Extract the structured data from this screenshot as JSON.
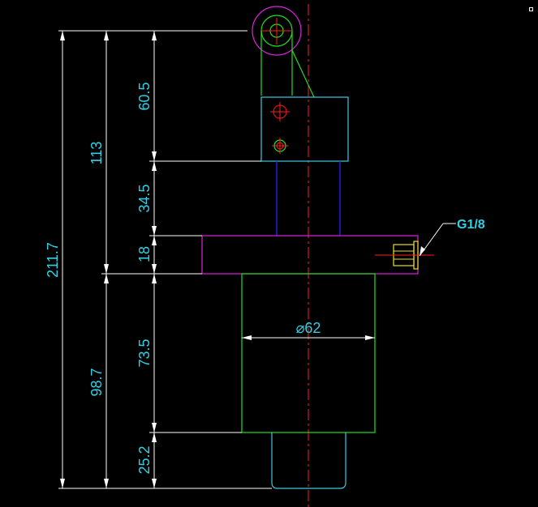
{
  "drawing": {
    "colors": {
      "background": "#000000",
      "dimension": "#ffffff",
      "dimension_text": "#2fd1e6",
      "centerline": "#ff2020",
      "outline_green": "#20e020",
      "outline_magenta": "#e020e0",
      "outline_cyan": "#3fc8e0",
      "rod_blue": "#2020e0",
      "fitting_yellow": "#e8e020"
    },
    "dimensions": {
      "total_height": "211.7",
      "upper_height": "113",
      "lower_height": "98.7",
      "clevis_height": "60.5",
      "rod_height": "34.5",
      "flange_height": "18",
      "body_height": "73.5",
      "base_height": "25.2",
      "body_diameter": "⌀62"
    },
    "port_label": "G1/8"
  }
}
